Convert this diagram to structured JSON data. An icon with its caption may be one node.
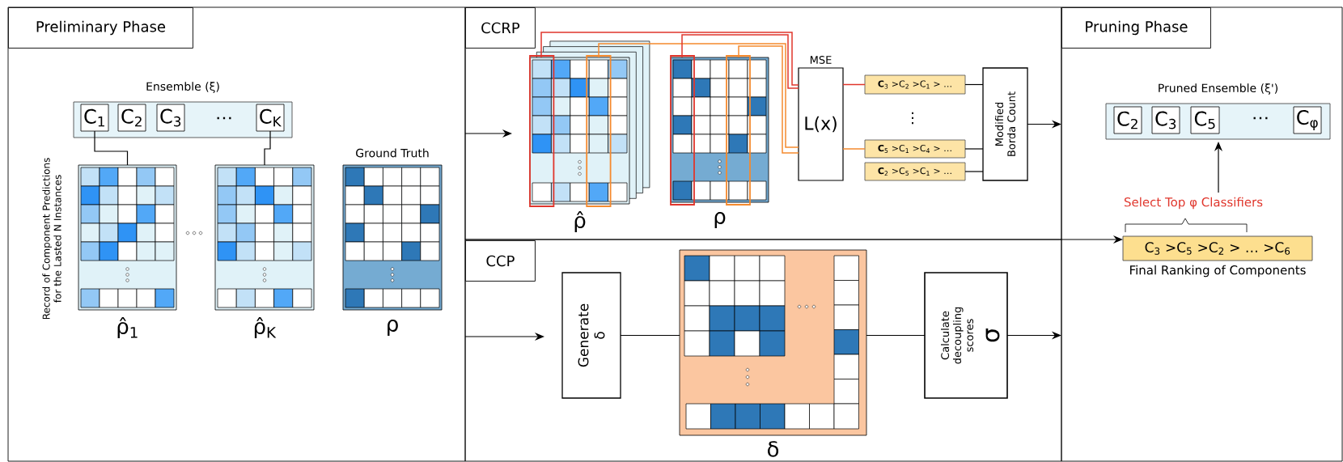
{
  "diagram": {
    "nodes": [
      {
        "text": [
          "Preliminary Phase"
        ]
      },
      {
        "text": [
          "Ensemble (ξ)",
          "…"
        ],
        "in": 0
      },
      {
        "text": [
          "C$_{1}$"
        ],
        "in": 1
      },
      {
        "text": [
          "C$_{2}$"
        ],
        "in": 1
      },
      {
        "text": [
          "C$_{3}$"
        ],
        "in": 1
      },
      {
        "text": [
          "C$_{K}$"
        ],
        "in": 1
      },
      {
        "text": [],
        "shape": "grid",
        "beside": [
          "ρ̂$_{1}$"
        ],
        "in": 0
      },
      {
        "text": [],
        "shape": "grid",
        "beside": [
          "ρ̂$_{K}$"
        ],
        "in": 0
      },
      {
        "text": [
          "Ground Truth"
        ],
        "beside": [
          "ρ"
        ],
        "in": 0
      },
      {
        "text": [
          "CCRP"
        ]
      },
      {
        "text": [],
        "shape": "grid",
        "beside": [
          "ρ̂"
        ],
        "in": 9
      },
      {
        "text": [],
        "shape": "grid",
        "beside": [
          "ρ"
        ],
        "in": 9
      },
      {
        "text": [
          "L(x)"
        ],
        "beside": [
          "MSE"
        ],
        "in": 9
      },
      {
        "text": [
          "**C**$_{3}$ >C$_{2}$ >C$_{1}$ > …"
        ],
        "in": 9
      },
      {
        "text": [
          "**C**$_{5}$ >C$_{1}$ >C$_{4}$ > …"
        ],
        "in": 9
      },
      {
        "text": [
          "**C**$_{2}$ >C$_{5}$ >C$_{1}$ > …"
        ],
        "in": 9
      },
      {
        "text": [
          "Modified Borda Count"
        ],
        "in": 9
      },
      {
        "text": [
          "CCP"
        ]
      },
      {
        "text": [
          "Generate δ"
        ],
        "in": 17
      },
      {
        "text": [],
        "shape": "grid",
        "beside": [
          "δ"
        ],
        "in": 17
      },
      {
        "text": [
          "Calculate decoupling scores",
          "σ"
        ],
        "in": 17
      },
      {
        "text": [
          "Pruning Phase"
        ]
      },
      {
        "text": [
          "Pruned Ensemble (ξ')",
          "…"
        ],
        "in": 21
      },
      {
        "text": [
          "C$_{2}$"
        ],
        "in": 22
      },
      {
        "text": [
          "C$_{3}$"
        ],
        "in": 22
      },
      {
        "text": [
          "C$_{5}$"
        ],
        "in": 22
      },
      {
        "text": [
          "C$_{φ}$"
        ],
        "in": 22
      },
      {
        "text": [
          "C$_{3}$ >C$_{5}$ >C$_{2}$ > … >C$_{6}$"
        ],
        "beside": [
          "Final Ranking of Components"
        ],
        "in": 21
      }
    ],
    "edges": [
      {
        "from": 2,
        "to": 6,
        "arrow": "none"
      },
      {
        "from": 5,
        "to": 7,
        "arrow": "none"
      },
      {
        "from": 0,
        "to": 10,
        "arrow": "to"
      },
      {
        "from": 10,
        "to": 12,
        "arrow": "none",
        "color": "#e0362c"
      },
      {
        "from": 10,
        "to": 12,
        "arrow": "none",
        "color": "#f58a2e"
      },
      {
        "from": 11,
        "to": 12,
        "arrow": "none",
        "color": "#e0362c"
      },
      {
        "from": 11,
        "to": 12,
        "arrow": "none",
        "color": "#f58a2e"
      },
      {
        "from": 12,
        "to": 13,
        "arrow": "none",
        "color": "#e0362c"
      },
      {
        "from": 12,
        "to": 14,
        "arrow": "none",
        "color": "#f58a2e"
      },
      {
        "from": 13,
        "to": 16,
        "arrow": "none"
      },
      {
        "from": 14,
        "to": 16,
        "arrow": "none"
      },
      {
        "from": 15,
        "to": 16,
        "arrow": "none"
      },
      {
        "from": 16,
        "to": 21,
        "arrow": "to"
      },
      {
        "from": 0,
        "to": 18,
        "arrow": "to"
      },
      {
        "from": 18,
        "to": 19,
        "arrow": "none"
      },
      {
        "from": 19,
        "to": 20,
        "arrow": "none"
      },
      {
        "from": 20,
        "to": 21,
        "arrow": "to"
      },
      {
        "from": 17,
        "to": 27,
        "arrow": "to"
      },
      {
        "from": 27,
        "to": 22,
        "arrow": "to"
      }
    ],
    "labels": [
      "⋮",
      "Select Top φ Classifiers",
      "Record of Component Predictions for the Lasted N Instances"
    ]
  }
}
